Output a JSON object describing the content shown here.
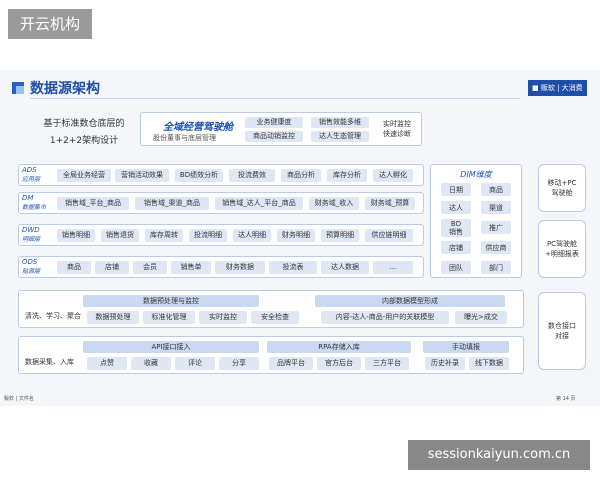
{
  "badge": "开云机构",
  "watermark": "sessionkaiyun.com.cn",
  "slide": {
    "title": "数据源架构",
    "logo": "■ 贩软 | 大消费",
    "intro": [
      "基于标准数仓底层的",
      "1+2+2架构设计"
    ],
    "banner": {
      "title": "全域经营驾驶舱",
      "subtitle": "股份董事与底层管理",
      "tags": [
        "业务健康度",
        "销售效能多维",
        "商品动销监控",
        "达人生态管理"
      ],
      "side": [
        "实时监控",
        "快速诊断"
      ]
    },
    "layers": [
      {
        "name": "ADS",
        "sub": "应用层",
        "chips": [
          "全局业务经营",
          "营销活动效果",
          "BD绩效分析",
          "投流费效",
          "商品分析",
          "库存分析",
          "达人孵化"
        ]
      },
      {
        "name": "DM",
        "sub": "数据集市",
        "chips": [
          "销售域_平台_商品",
          "销售域_渠道_商品",
          "销售域_达人_平台_商品",
          "财务域_收入",
          "财务域_预算"
        ]
      },
      {
        "name": "DWD",
        "sub": "明细层",
        "chips": [
          "销售明细",
          "销售退货",
          "库存周转",
          "投流明细",
          "达人明细",
          "财务明细",
          "预算明细",
          "供应链明细"
        ]
      },
      {
        "name": "ODS",
        "sub": "贴源层",
        "chips": [
          "商品",
          "店铺",
          "会员",
          "销售单",
          "财务数据",
          "投流表",
          "达人数据",
          "..."
        ]
      }
    ],
    "dim": {
      "title": "DIM维度",
      "items": [
        "日期",
        "商品",
        "达人",
        "渠道",
        "BD\n销售",
        "推广",
        "店铺",
        "供应商",
        "团队",
        "部门"
      ]
    },
    "side_boxes": [
      "移动+PC\n驾驶舱",
      "PC驾驶舱\n+明细报表",
      "数仓接口\n对接"
    ],
    "process": {
      "left_header": "数据预处理与监控",
      "right_header": "内部数据模型形成",
      "label": "清洗、学习、聚合",
      "chips_left": [
        "数据预处理",
        "标准化管理",
        "实时监控",
        "安全检查"
      ],
      "chips_right": [
        "内容-达人-商品-用户的关联模型",
        "曝光>成交"
      ]
    },
    "ingest": {
      "label": "数据采集、入库",
      "groups": [
        {
          "header": "API接口接入",
          "chips": [
            "点赞",
            "收藏",
            "评论",
            "分享"
          ]
        },
        {
          "header": "RPA存储入库",
          "chips": [
            "品牌平台",
            "官方后台",
            "三方平台"
          ]
        },
        {
          "header": "手动填报",
          "chips": [
            "历史补录",
            "线下数据"
          ]
        }
      ]
    },
    "footer_left": "贩软 | 文件名",
    "footer_right": "第 14 页"
  }
}
